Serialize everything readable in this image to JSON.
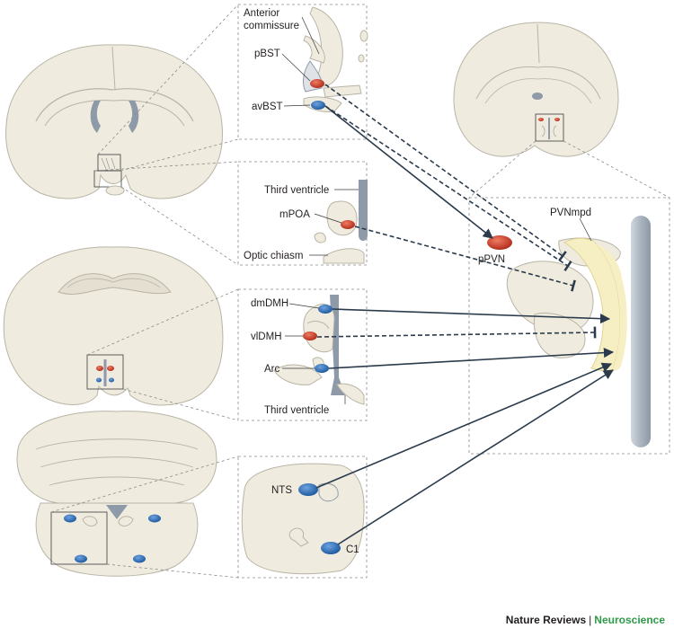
{
  "labels": {
    "anterior_commissure_1": "Anterior",
    "anterior_commissure_2": "commissure",
    "pbst": "pBST",
    "avbst": "avBST",
    "third_ventricle_top": "Third ventricle",
    "mpoa": "mPOA",
    "optic_chiasm": "Optic chiasm",
    "dmdmh": "dmDMH",
    "vldmh": "vlDMH",
    "arc": "Arc",
    "third_ventricle_bottom": "Third ventricle",
    "nts": "NTS",
    "c1": "C1",
    "pvnmpd": "PVNmpd",
    "ppvn": "pPVN"
  },
  "footer": {
    "journal": "Nature Reviews",
    "separator": "|",
    "section": "Neuroscience"
  },
  "colors": {
    "tissue": "#efebdf",
    "tissue_stroke": "#b9b4a5",
    "blue_nucleus": "#2e6db5",
    "red_nucleus": "#c43b2b",
    "ventricle": "#8e9aa8",
    "pvn_yellow": "#f7efc4",
    "arrow": "#2b3b4c"
  }
}
